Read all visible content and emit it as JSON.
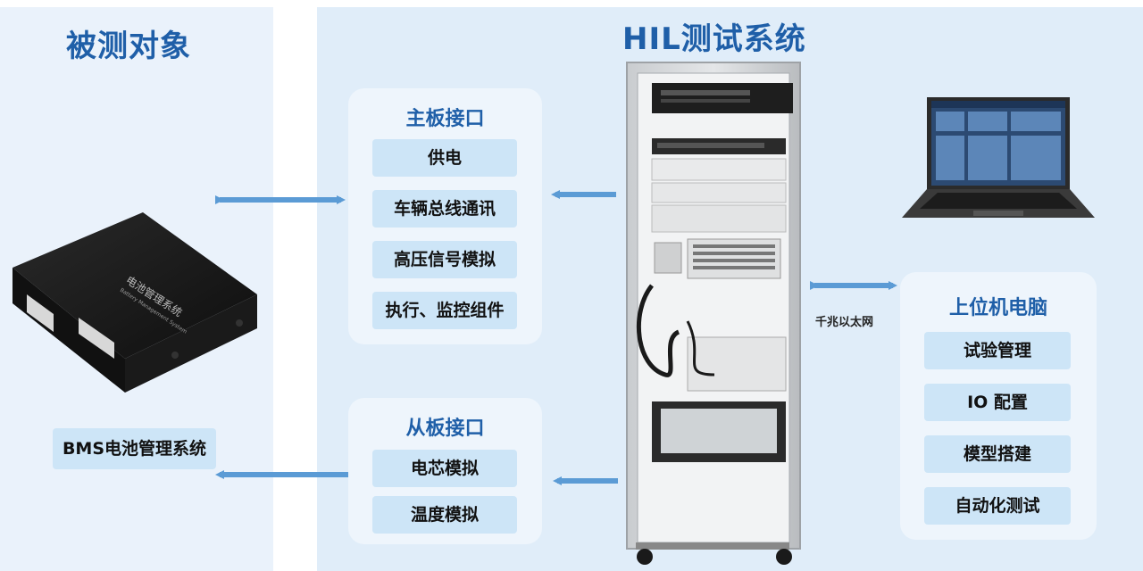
{
  "headings": {
    "left": "被测对象",
    "right": "HIL测试系统"
  },
  "dut": {
    "device_text": "电池管理系统",
    "device_subtext": "Battery Management System",
    "label": "BMS电池管理系统"
  },
  "main_board": {
    "title": "主板接口",
    "items": [
      "供电",
      "车辆总线通讯",
      "高压信号模拟",
      "执行、监控组件"
    ]
  },
  "sub_board": {
    "title": "从板接口",
    "items": [
      "电芯模拟",
      "温度模拟"
    ]
  },
  "host_pc": {
    "title": "上位机电脑",
    "items": [
      "试验管理",
      "IO 配置",
      "模型搭建",
      "自动化测试"
    ]
  },
  "connection": {
    "ethernet": "千兆以太网"
  },
  "colors": {
    "heading": "#1f5fa8",
    "arrow": "#5b9bd5",
    "item_bg": "#cde5f7",
    "panel_bg": "#e0edf9"
  }
}
